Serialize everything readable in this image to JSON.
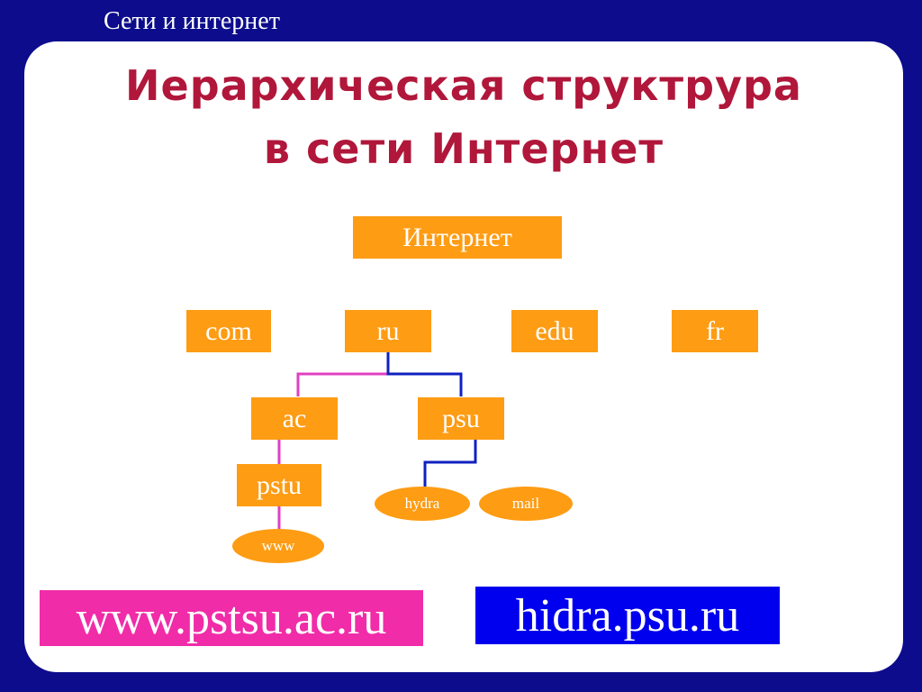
{
  "header": {
    "caption": "Сети и интернет"
  },
  "slide": {
    "title_line1": "Иерархическая структрура",
    "title_line2": "в сети Интернет"
  },
  "tree": {
    "root": "Интернет",
    "level1": [
      "com",
      "ru",
      "edu",
      "fr"
    ],
    "level2": [
      "ac",
      "psu"
    ],
    "level3": [
      "pstu"
    ],
    "hosts": [
      "www",
      "hydra",
      "mail"
    ]
  },
  "examples": {
    "left": "www.pstsu.ac.ru",
    "right": "hidra.psu.ru"
  },
  "colors": {
    "background": "#0c0c8c",
    "title": "#b0173a",
    "node": "#fe9c13",
    "link_pink": "#e040c0",
    "link_blue": "#1020c0",
    "banner_left": "#f02ca8",
    "banner_right": "#0000ee"
  }
}
